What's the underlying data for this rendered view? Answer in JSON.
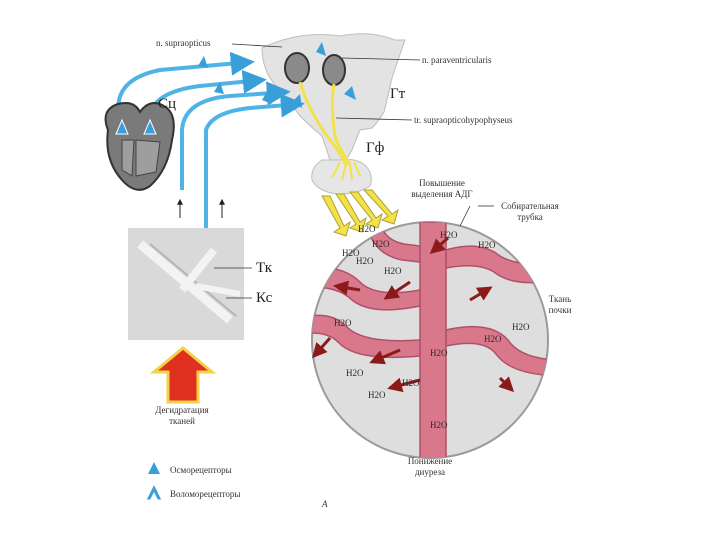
{
  "labels": {
    "n_supraopticus": "n. supraopticus",
    "n_paraventricularis": "n. paraventricularis",
    "tr_supraopticohypophyseus": "tr. supraopticohypophyseus",
    "gt": "Гт",
    "gf": "Гф",
    "sts": "Сц",
    "tk": "Тк",
    "ks": "Кс",
    "increase_adh_line1": "Повышение",
    "increase_adh_line2": "выделения АДГ",
    "collecting_tube_line1": "Собирательная",
    "collecting_tube_line2": "трубка",
    "kidney_tissue_line1": "Ткань",
    "kidney_tissue_line2": "почки",
    "dehydration_line1": "Дегидратация",
    "dehydration_line2": "тканей",
    "diuresis_line1": "Понижение",
    "diuresis_line2": "диуреза",
    "osmoreceptors": "Осморецепторы",
    "volumoreceptors": "Воломорецепторы",
    "figure_letter": "А"
  },
  "h2o_labels": [
    "H2O",
    "H2O",
    "H2O",
    "H2O",
    "H2O",
    "H2O",
    "H2O",
    "H2O",
    "H2O",
    "H2O",
    "H2O",
    "H2O",
    "H2O",
    "H2O",
    "H2O"
  ],
  "colors": {
    "nerve_blue": "#4fb3e6",
    "receptor_blue": "#3a9fd8",
    "tubule_pink": "#d8788a",
    "tissue_gray": "#d9d9d9",
    "water_arrow": "#8b1a1a",
    "yellow": "#f2e24a",
    "big_arrow_red": "#e0301e",
    "big_arrow_yellow": "#f2d24a"
  }
}
